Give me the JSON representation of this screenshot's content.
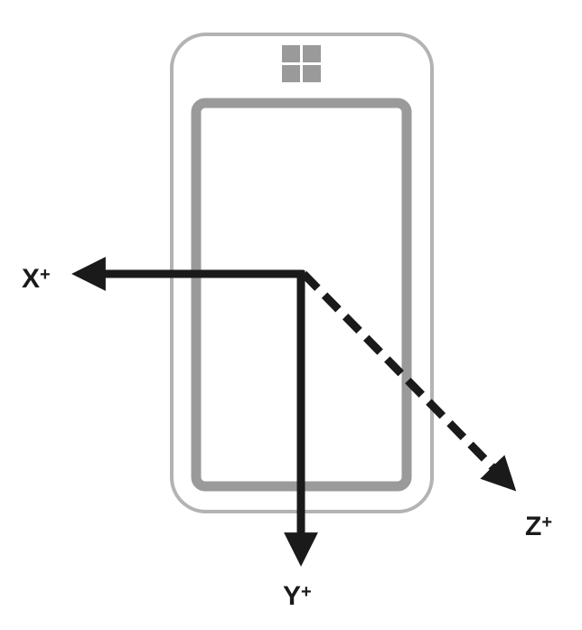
{
  "axes": {
    "x": {
      "label": "X",
      "sign": "+"
    },
    "y": {
      "label": "Y",
      "sign": "+"
    },
    "z": {
      "label": "Z",
      "sign": "+"
    }
  },
  "colors": {
    "device_outline": "#b3b3b3",
    "screen_border": "#9a9a9a",
    "logo": "#9a9a9a",
    "axis": "#1a1a1a"
  },
  "icons": {
    "logo": "windows-logo-icon"
  }
}
